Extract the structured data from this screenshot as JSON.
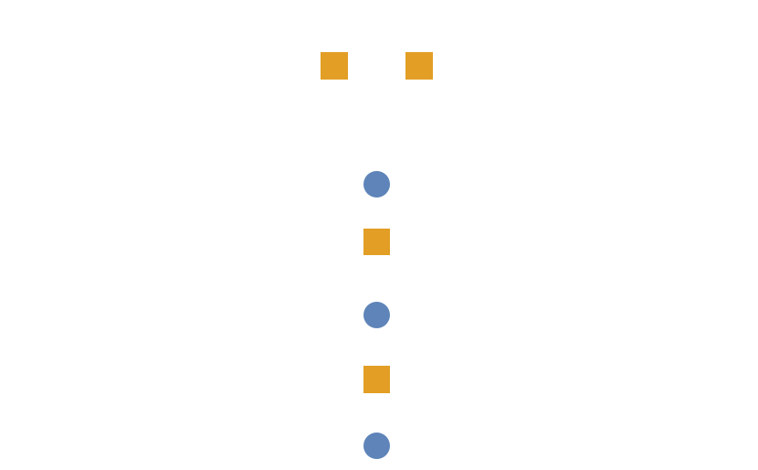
{
  "colors": {
    "background": "#ffffff",
    "square": "#e29e25",
    "circle": "#5e84b9"
  },
  "shapes": [
    {
      "id": "sq-top-left",
      "kind": "square"
    },
    {
      "id": "sq-top-right",
      "kind": "square"
    },
    {
      "id": "circle-1",
      "kind": "circle"
    },
    {
      "id": "sq-mid-1",
      "kind": "square"
    },
    {
      "id": "circle-2",
      "kind": "circle"
    },
    {
      "id": "sq-mid-2",
      "kind": "square"
    },
    {
      "id": "circle-3",
      "kind": "circle"
    }
  ]
}
